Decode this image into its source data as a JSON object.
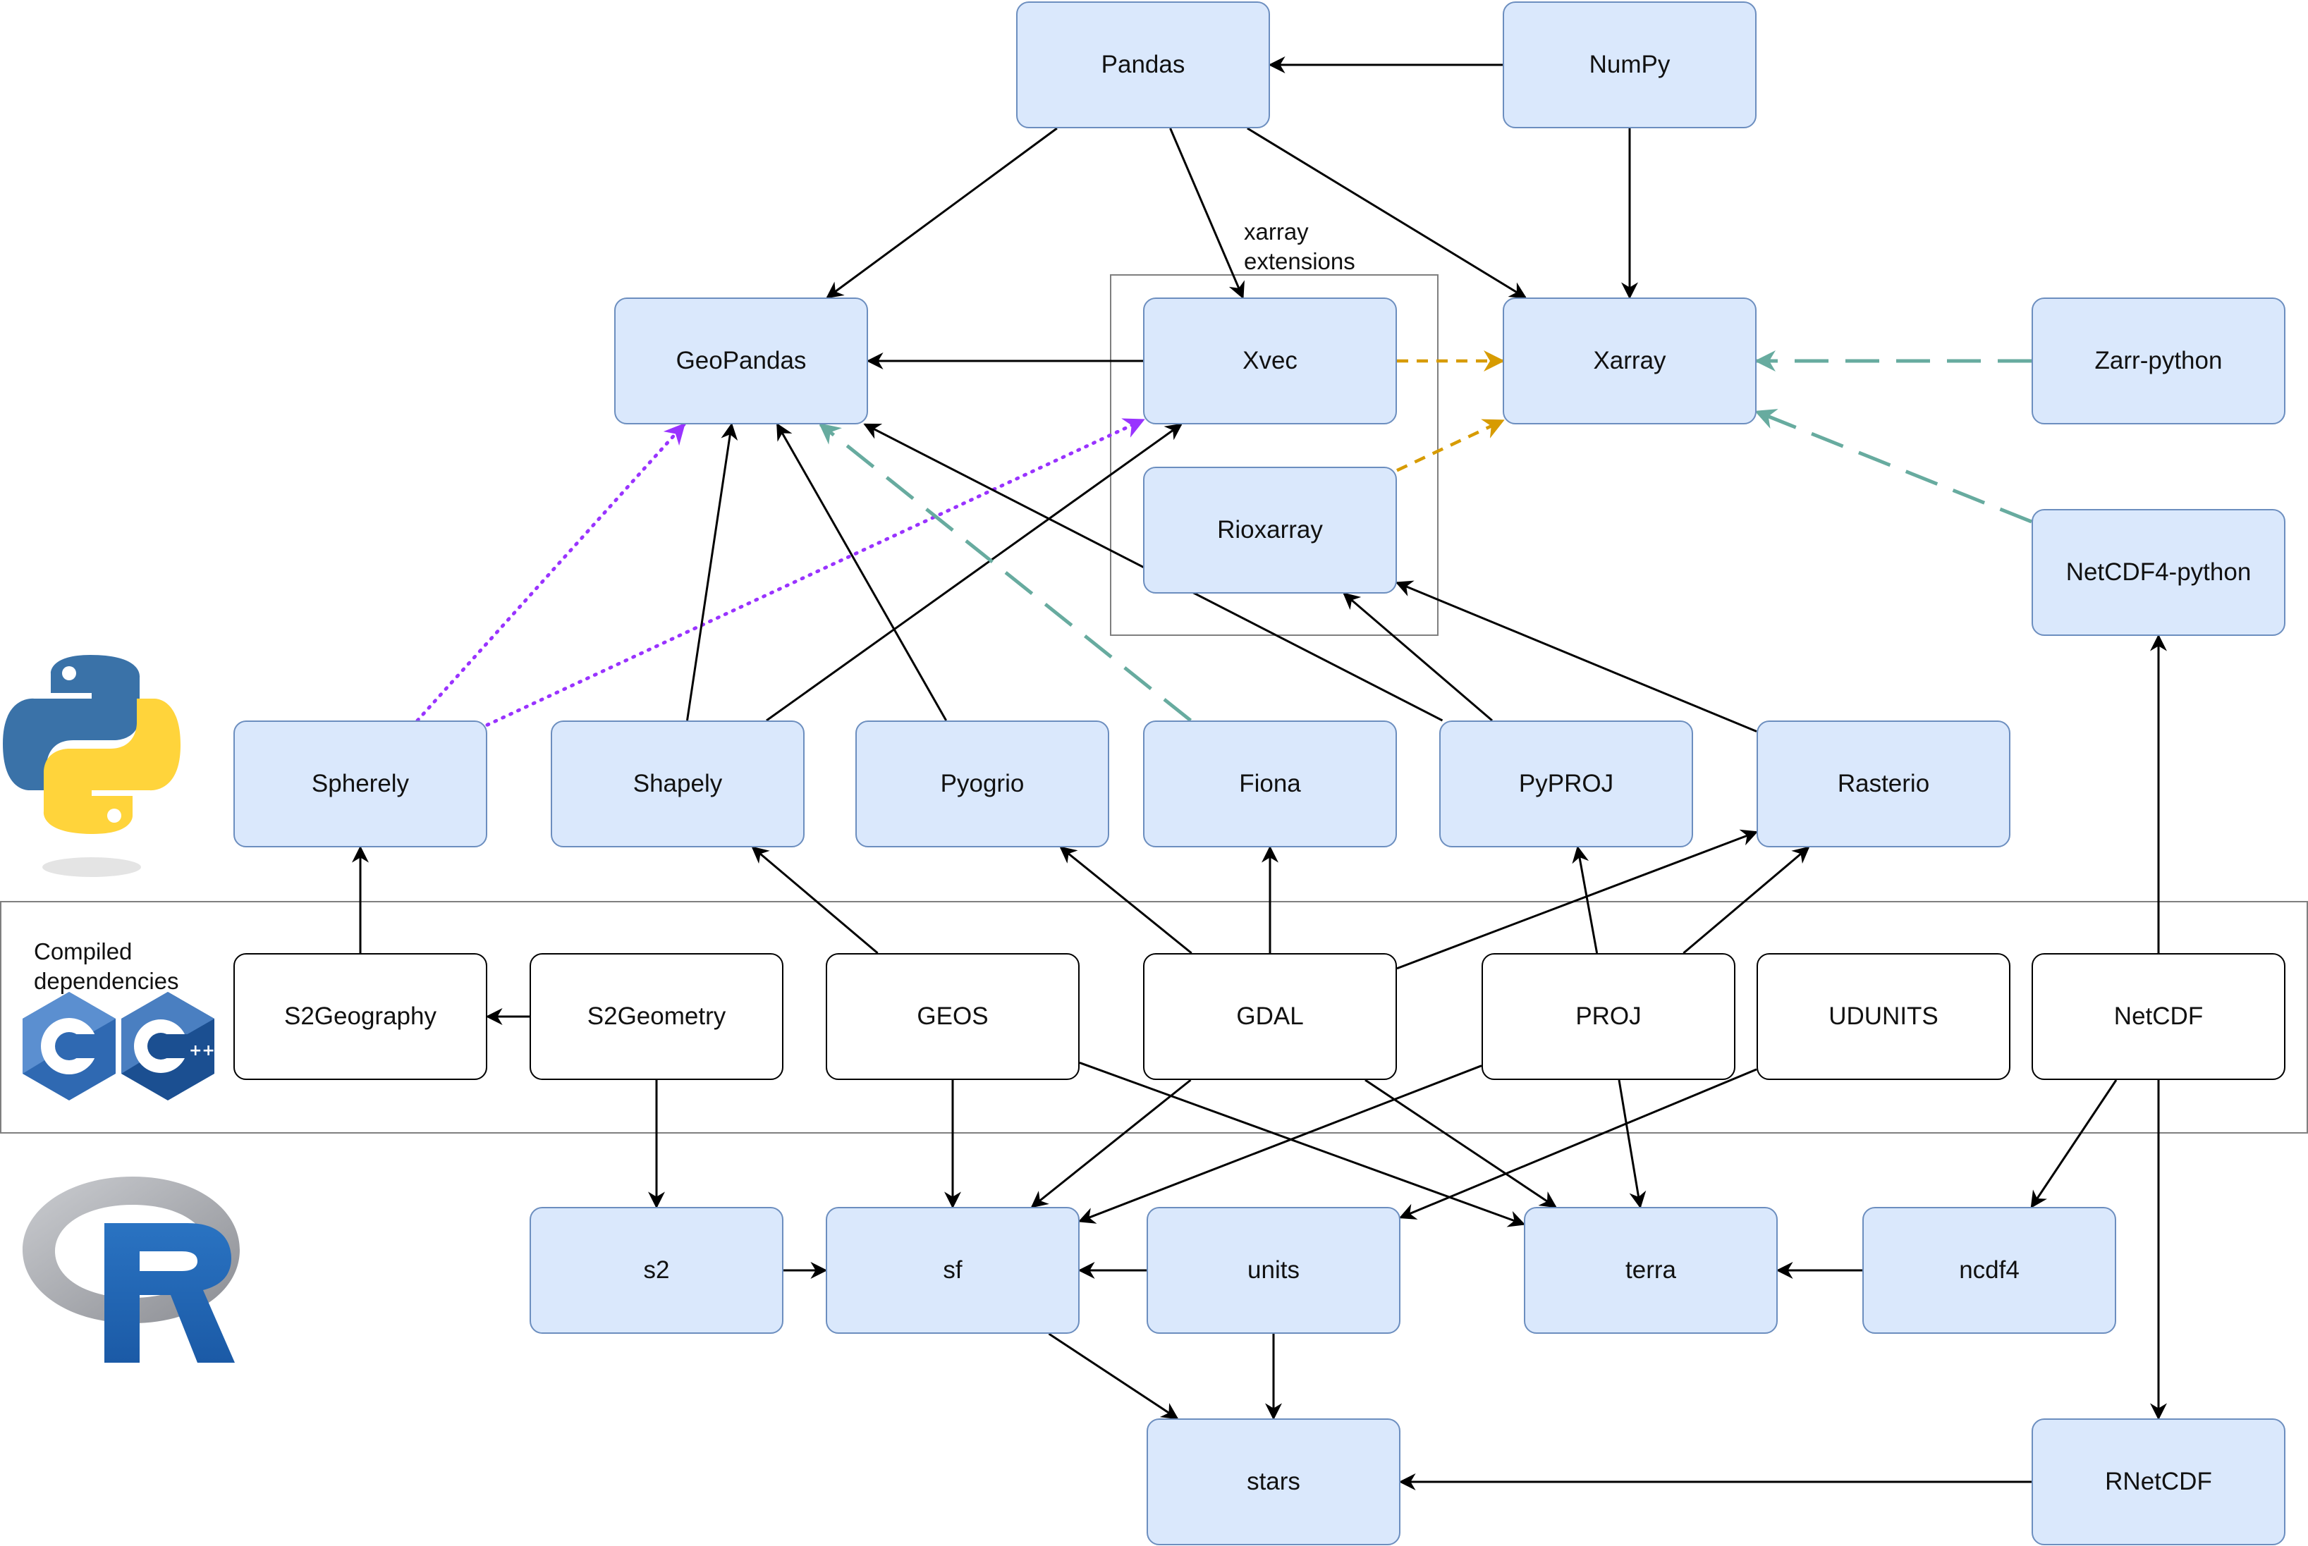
{
  "labels": {
    "xarray_extensions": [
      "xarray",
      "extensions"
    ],
    "compiled_dependencies": [
      "Compiled",
      "dependencies"
    ]
  },
  "logos": {
    "python": "python-logo",
    "cpp": "c-and-cpp-logos",
    "r": "r-logo"
  },
  "colors": {
    "python_node_fill": "#dae8fc",
    "python_node_border": "#6c8ebf",
    "compiled_node_fill": "#ffffff",
    "edge_black": "#000000",
    "edge_orange": "#d79b00",
    "edge_teal": "#67ab9f",
    "edge_purple": "#9933ff"
  },
  "nodes": {
    "pandas": "Pandas",
    "numpy": "NumPy",
    "geopandas": "GeoPandas",
    "xvec": "Xvec",
    "xarray": "Xarray",
    "zarr": "Zarr-python",
    "rioxarray": "Rioxarray",
    "netcdf4python": "NetCDF4-python",
    "spherely": "Spherely",
    "shapely": "Shapely",
    "pyogrio": "Pyogrio",
    "fiona": "Fiona",
    "pyproj": "PyPROJ",
    "rasterio": "Rasterio",
    "s2geography": "S2Geography",
    "s2geometry": "S2Geometry",
    "geos": "GEOS",
    "gdal": "GDAL",
    "proj": "PROJ",
    "udunits": "UDUNITS",
    "netcdf": "NetCDF",
    "s2": "s2",
    "sf": "sf",
    "units": "units",
    "terra": "terra",
    "ncdf4": "ncdf4",
    "stars": "stars",
    "rnetcdf": "RNetCDF"
  },
  "edges": [
    {
      "from": "numpy",
      "to": "pandas",
      "style": "solid"
    },
    {
      "from": "numpy",
      "to": "xarray",
      "style": "solid"
    },
    {
      "from": "pandas",
      "to": "geopandas",
      "style": "solid"
    },
    {
      "from": "pandas",
      "to": "xvec",
      "style": "solid"
    },
    {
      "from": "pandas",
      "to": "xarray",
      "style": "solid"
    },
    {
      "from": "xvec",
      "to": "geopandas",
      "style": "solid"
    },
    {
      "from": "xvec",
      "to": "xarray",
      "style": "dashed-orange"
    },
    {
      "from": "rioxarray",
      "to": "xarray",
      "style": "dashed-orange"
    },
    {
      "from": "zarr",
      "to": "xarray",
      "style": "dashed-teal"
    },
    {
      "from": "netcdf4python",
      "to": "xarray",
      "style": "dashed-teal"
    },
    {
      "from": "spherely",
      "to": "geopandas",
      "style": "dotted-purple"
    },
    {
      "from": "spherely",
      "to": "xvec",
      "style": "dotted-purple"
    },
    {
      "from": "shapely",
      "to": "geopandas",
      "style": "solid"
    },
    {
      "from": "shapely",
      "to": "xvec",
      "style": "solid"
    },
    {
      "from": "pyogrio",
      "to": "geopandas",
      "style": "solid"
    },
    {
      "from": "fiona",
      "to": "geopandas",
      "style": "dashed-teal"
    },
    {
      "from": "pyproj",
      "to": "geopandas",
      "style": "solid"
    },
    {
      "from": "pyproj",
      "to": "rioxarray",
      "style": "solid"
    },
    {
      "from": "rasterio",
      "to": "rioxarray",
      "style": "solid"
    },
    {
      "from": "s2geography",
      "to": "spherely",
      "style": "solid"
    },
    {
      "from": "s2geometry",
      "to": "s2geography",
      "style": "solid"
    },
    {
      "from": "geos",
      "to": "shapely",
      "style": "solid"
    },
    {
      "from": "gdal",
      "to": "pyogrio",
      "style": "solid"
    },
    {
      "from": "gdal",
      "to": "fiona",
      "style": "solid"
    },
    {
      "from": "gdal",
      "to": "rasterio",
      "style": "solid"
    },
    {
      "from": "proj",
      "to": "pyproj",
      "style": "solid"
    },
    {
      "from": "proj",
      "to": "rasterio",
      "style": "solid"
    },
    {
      "from": "netcdf",
      "to": "netcdf4python",
      "style": "solid"
    },
    {
      "from": "s2geometry",
      "to": "s2",
      "style": "solid"
    },
    {
      "from": "geos",
      "to": "sf",
      "style": "solid"
    },
    {
      "from": "geos",
      "to": "terra",
      "style": "solid"
    },
    {
      "from": "gdal",
      "to": "sf",
      "style": "solid"
    },
    {
      "from": "gdal",
      "to": "terra",
      "style": "solid"
    },
    {
      "from": "proj",
      "to": "sf",
      "style": "solid"
    },
    {
      "from": "proj",
      "to": "terra",
      "style": "solid"
    },
    {
      "from": "udunits",
      "to": "units",
      "style": "solid"
    },
    {
      "from": "netcdf",
      "to": "ncdf4",
      "style": "solid"
    },
    {
      "from": "netcdf",
      "to": "rnetcdf",
      "style": "solid"
    },
    {
      "from": "s2",
      "to": "sf",
      "style": "solid"
    },
    {
      "from": "units",
      "to": "sf",
      "style": "solid"
    },
    {
      "from": "ncdf4",
      "to": "terra",
      "style": "solid"
    },
    {
      "from": "sf",
      "to": "stars",
      "style": "solid"
    },
    {
      "from": "units",
      "to": "stars",
      "style": "solid"
    },
    {
      "from": "rnetcdf",
      "to": "stars",
      "style": "solid"
    }
  ]
}
